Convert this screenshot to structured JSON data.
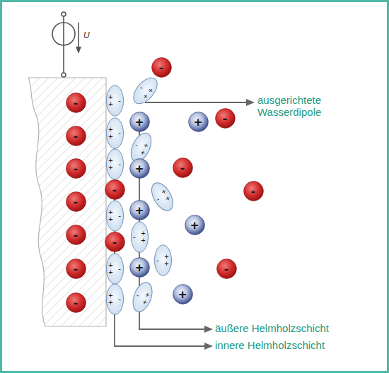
{
  "diagram": {
    "nodes": [
      {
        "text": [
          "-"
        ]
      },
      {
        "text": [
          "-"
        ]
      },
      {
        "text": [
          "-"
        ]
      },
      {
        "text": [
          "-"
        ]
      },
      {
        "text": [
          "-"
        ]
      },
      {
        "text": [
          "-"
        ]
      },
      {
        "text": [
          "-"
        ]
      },
      {
        "text": [
          "-"
        ]
      },
      {
        "text": [
          "+ +",
          "-"
        ]
      },
      {
        "text": [
          "+ +",
          "-"
        ]
      },
      {
        "text": [
          "+"
        ]
      },
      {
        "text": [
          "+"
        ]
      },
      {
        "text": [
          "-"
        ]
      },
      {
        "text": [
          "+ +",
          "-"
        ]
      },
      {
        "text": [
          "+ +",
          "-"
        ]
      },
      {
        "text": [
          "+ +",
          "-"
        ]
      },
      {
        "text": [
          "+"
        ]
      },
      {
        "text": [
          "-"
        ]
      },
      {
        "text": [
          "-"
        ]
      },
      {
        "text": [
          "-"
        ]
      },
      {
        "text": [
          "+ +",
          "-"
        ]
      },
      {
        "text": [
          "+"
        ]
      },
      {
        "text": [
          "+ +",
          "-"
        ]
      },
      {
        "text": [
          "+"
        ]
      },
      {
        "text": [
          "+ +",
          "-"
        ]
      },
      {
        "text": [
          "-"
        ]
      },
      {
        "text": [
          "+ +",
          "-"
        ]
      },
      {
        "text": [
          "+"
        ]
      },
      {
        "text": [
          "+ +",
          "-"
        ]
      },
      {
        "text": [
          "-"
        ]
      },
      {
        "text": [
          "+"
        ]
      },
      {
        "text": [
          "+ +",
          "-"
        ]
      },
      {
        "text": [
          "+ +",
          "-"
        ]
      }
    ],
    "labels": [
      "U",
      "ausgerichtete Wasserdipole",
      "äußere Helmholzschicht",
      "innere Helmholzschicht"
    ]
  }
}
